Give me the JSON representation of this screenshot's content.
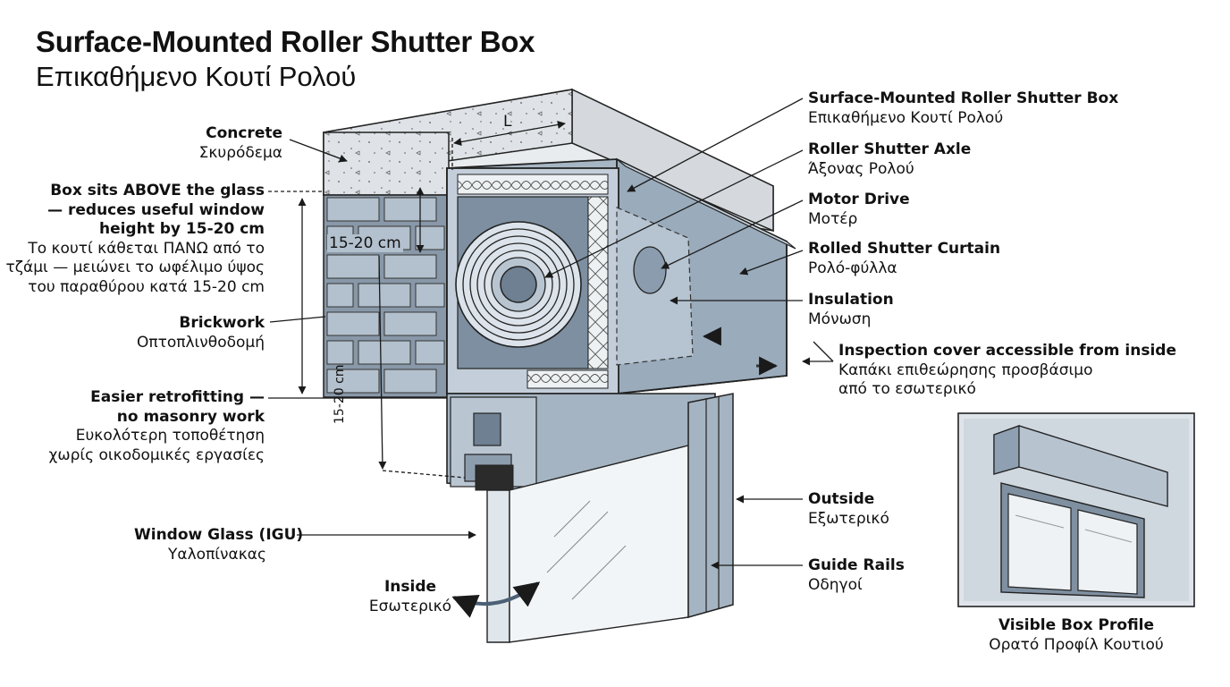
{
  "title": {
    "en": "Surface-Mounted Roller Shutter Box",
    "gr": "Επικαθήμενο Κουτί Ρολού"
  },
  "left_labels": {
    "concrete": {
      "en": "Concrete",
      "gr": "Σκυρόδεμα"
    },
    "box_above_glass": {
      "en_lines": [
        "Box sits ABOVE the glass",
        "— reduces useful window",
        "height by 15-20 cm"
      ],
      "gr_lines": [
        "Το κουτί κάθεται ΠΑΝΩ από το",
        "τζάμι — μειώνει το ωφέλιμο ύψος",
        "του παραθύρου κατά 15-20 cm"
      ]
    },
    "brickwork": {
      "en": "Brickwork",
      "gr": "Οπτοπλινθοδομή"
    },
    "retrofitting": {
      "en_lines": [
        "Easier retrofitting —",
        "no masonry work"
      ],
      "gr_lines": [
        "Ευκολότερη τοποθέτηση",
        "χωρίς οικοδομικές εργασίες"
      ]
    },
    "window_glass": {
      "en": "Window Glass (IGU)",
      "gr": "Υαλοπίνακας"
    },
    "inside": {
      "en": "Inside",
      "gr": "Εσωτερικό"
    }
  },
  "right_labels": {
    "box": {
      "en": "Surface-Mounted Roller Shutter Box",
      "gr": "Επικαθήμενο Κουτί Ρολού"
    },
    "axle": {
      "en": "Roller Shutter Axle",
      "gr": "Άξονας Ρολού"
    },
    "motor": {
      "en": "Motor Drive",
      "gr": "Μοτέρ"
    },
    "curtain": {
      "en": "Rolled Shutter Curtain",
      "gr": "Ρολό-φύλλα"
    },
    "insulation": {
      "en": "Insulation",
      "gr": "Μόνωση"
    },
    "inspection": {
      "en": "Inspection cover accessible from inside",
      "gr_lines": [
        "Καπάκι επιθεώρησης προσβάσιμο",
        "από το εσωτερικό"
      ]
    },
    "outside": {
      "en": "Outside",
      "gr": "Εξωτερικό"
    },
    "guide_rails": {
      "en": "Guide Rails",
      "gr": "Οδηγοί"
    }
  },
  "dimensions": {
    "length": "L",
    "height_horizontal": "15-20 cm",
    "height_vertical": "15-20 cm"
  },
  "inset": {
    "caption_en": "Visible Box Profile",
    "caption_gr": "Ορατό Προφίλ Κουτιού"
  },
  "colors": {
    "box_body": "#9aabbb",
    "box_light": "#c9d4de",
    "box_dark": "#7d8fa0",
    "brick": "#a8b6c4",
    "concrete": "#dfe3e7",
    "insulation": "#e8ecef",
    "ink": "#1a1a1a"
  }
}
